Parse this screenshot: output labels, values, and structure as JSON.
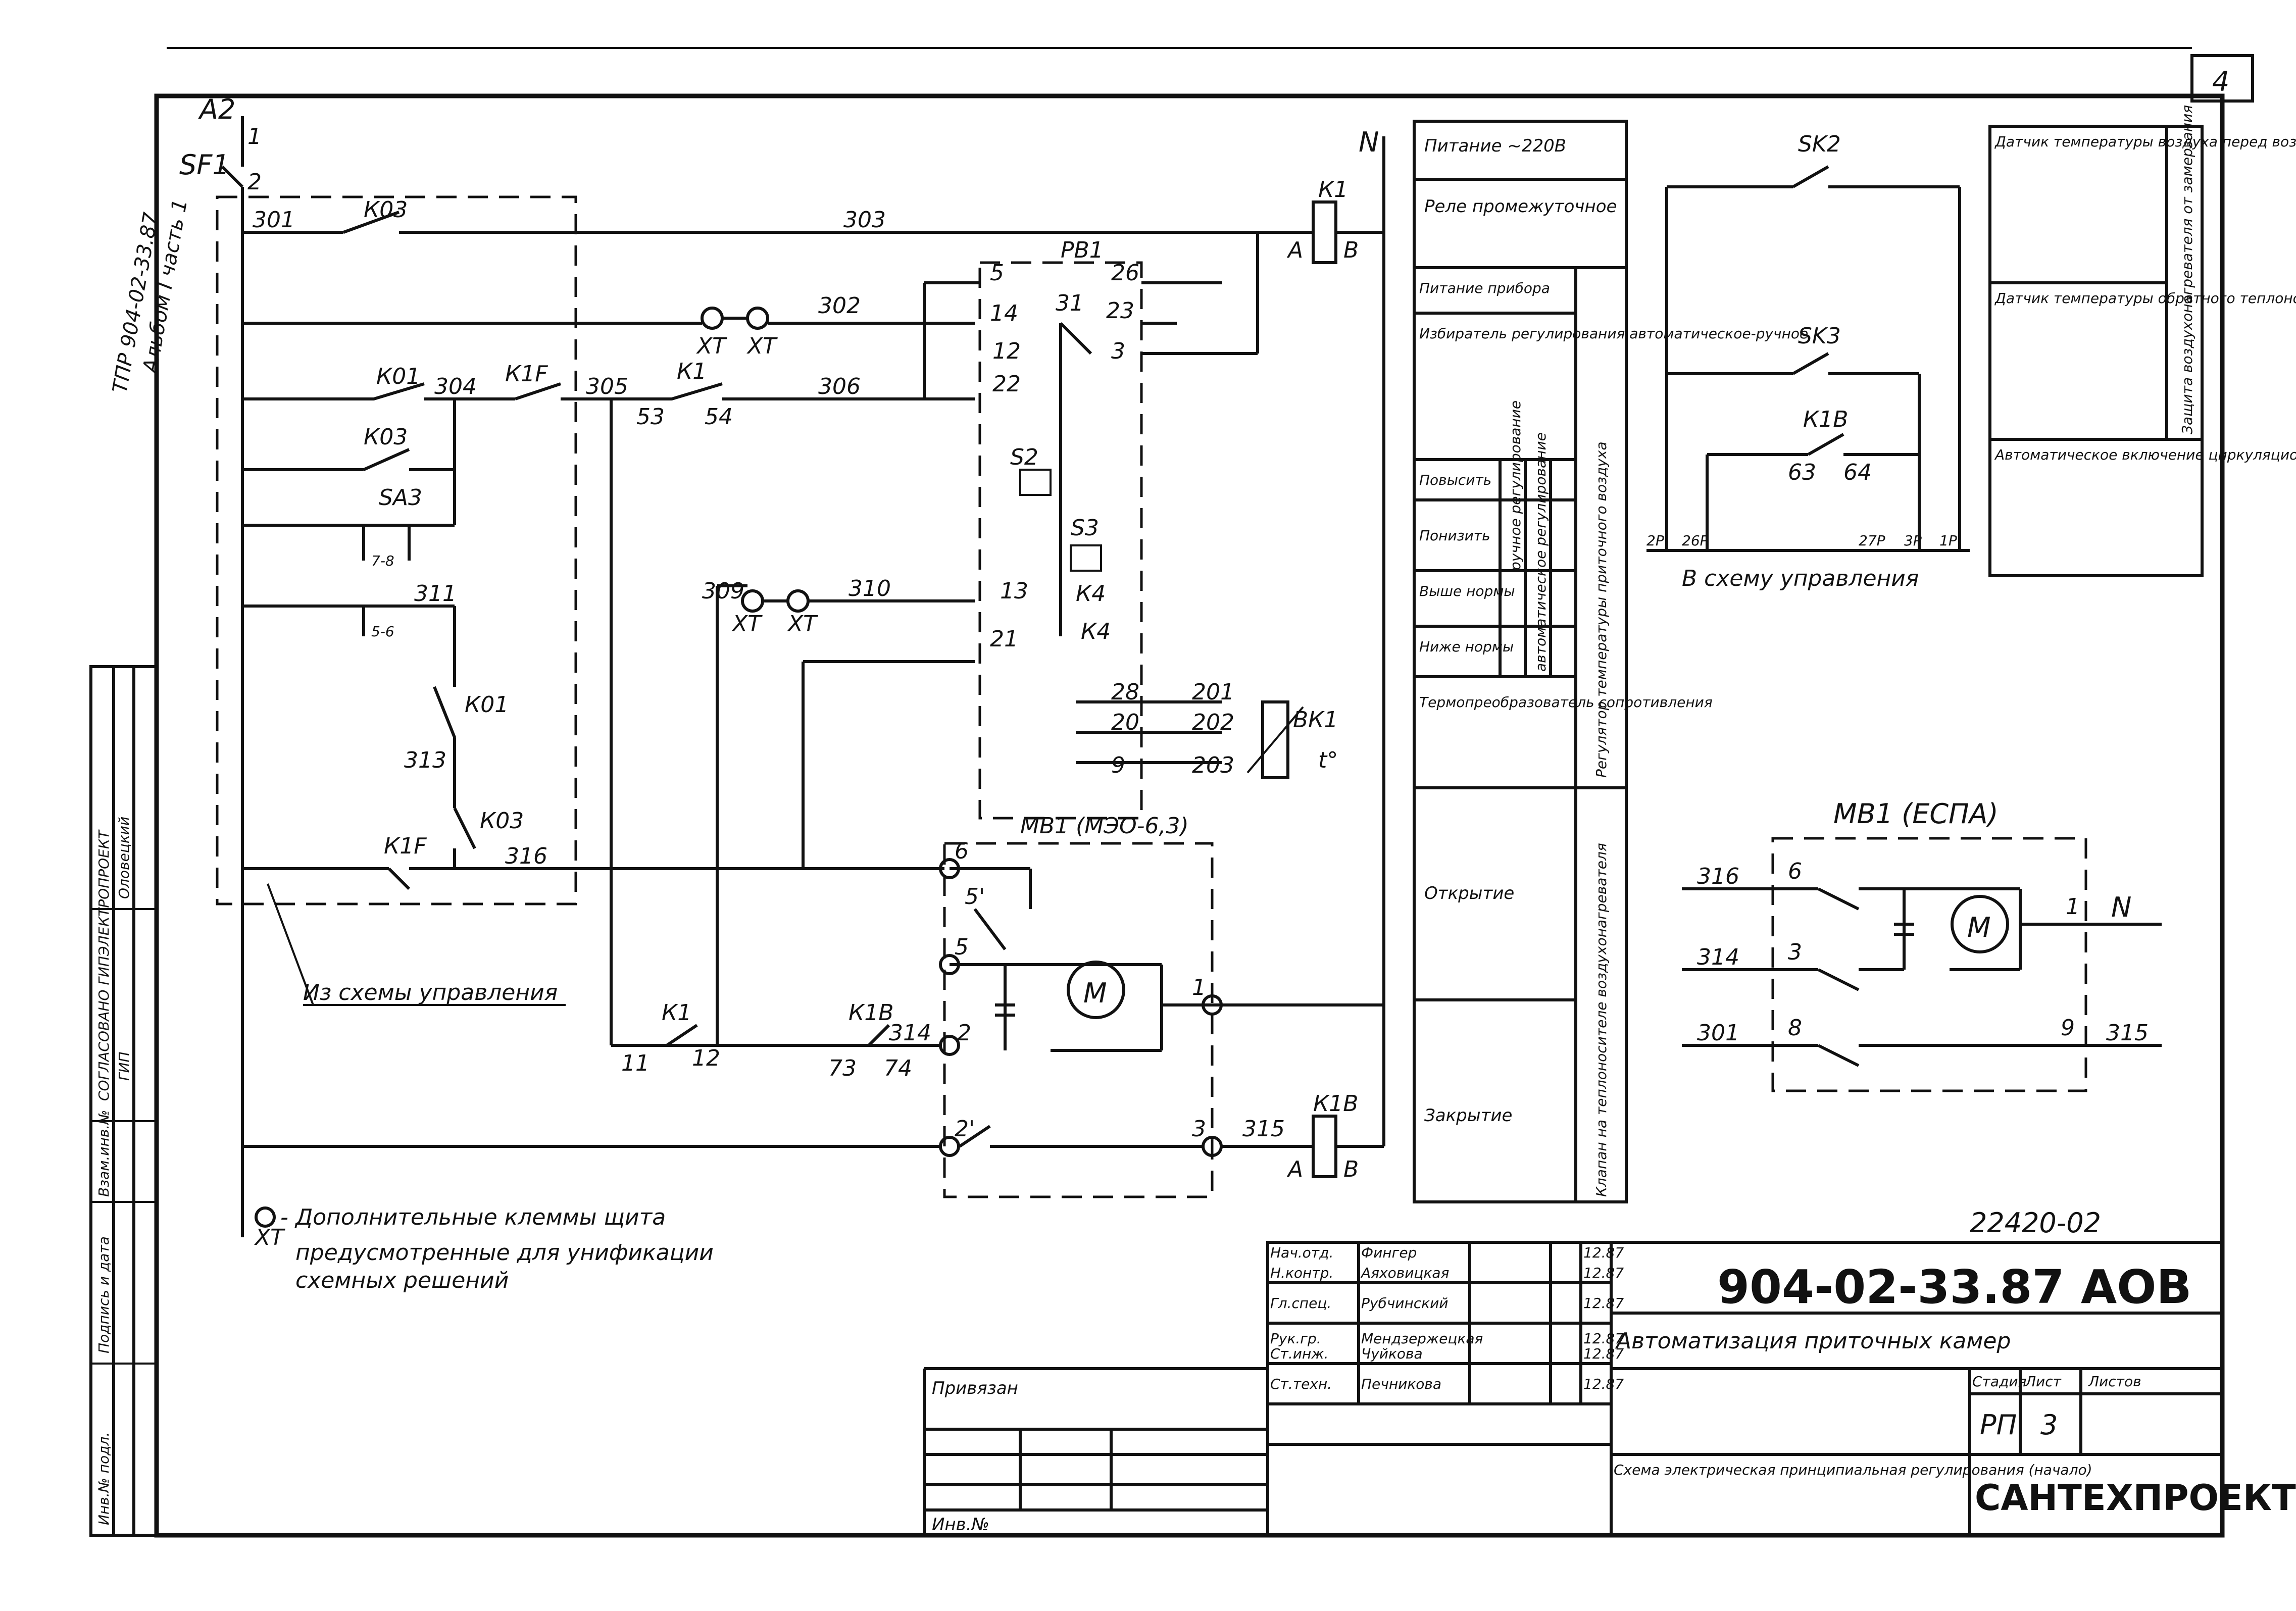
{
  "sheet_number": "4",
  "left_margin": {
    "album_title_1": "ТПР 904-02-33.87",
    "album_title_2": "Альбом I часть 1",
    "agreed": "СОГЛАСОВАНО ГИПЭЛЕКТРОПРОЕКТ",
    "gip": "ГИП",
    "gip_name": "Оловецкий",
    "cols": [
      "Инв.№ подл.",
      "Подпись и дата",
      "Взам.инв.№"
    ]
  },
  "wire_labels": [
    "301",
    "303",
    "302",
    "304",
    "305",
    "306",
    "309",
    "310",
    "311",
    "313",
    "316",
    "314",
    "315",
    "201",
    "202",
    "203"
  ],
  "device_labels": {
    "a2": "А2",
    "sf1": "SF1",
    "k03": "К03",
    "k01": "К01",
    "k1f": "К1F",
    "k1": "К1",
    "sa3": "SA3",
    "k1_coil": "К1",
    "k1b": "К1В",
    "pb1": "РВ1",
    "s2": "S2",
    "s3": "S3",
    "k4": "К4",
    "bk1": "ВК1",
    "t": "t°",
    "n": "N",
    "mb1": "МВ1 (МЭО-6,3)",
    "m": "М",
    "xt": "ХТ",
    "a": "А",
    "b": "В"
  },
  "terminals": [
    "1",
    "2",
    "5",
    "26",
    "14",
    "31",
    "23",
    "3",
    "12",
    "22",
    "13",
    "21",
    "28",
    "20",
    "9",
    "53",
    "54",
    "11",
    "12",
    "73",
    "74",
    "6",
    "5",
    "5'",
    "2",
    "1",
    "2'",
    "3",
    "7-8",
    "5-6"
  ],
  "from_control_scheme": "Из схемы управления",
  "function_table": {
    "rows": [
      "Питание ~220В",
      "Реле промежуточное",
      "Питание прибора",
      "Избиратель регулирования автоматическое-ручное",
      "Повысить",
      "Понизить",
      "Выше нормы",
      "Ниже нормы",
      "Термопреобразователь сопротивления",
      "Открытие",
      "Закрытие"
    ],
    "sub_ручное": "ручное регулирование",
    "sub_автомат": "автоматическое регулирование",
    "group1": "Регулятор температуры приточного воздуха",
    "group2": "Клапан на теплоносителе воздухонагревателя"
  },
  "right_scheme": {
    "sk2": "SK2",
    "sk3": "SK3",
    "k1b": "К1В",
    "terms": [
      "63",
      "64",
      "2Р",
      "26Р",
      "27Р",
      "3Р",
      "1Р"
    ],
    "to_control": "В схему управления",
    "descr": [
      "Датчик температуры воздуха перед воздухонагревателем",
      "Датчик температуры обратного теплоносителя",
      "Автоматическое включение циркуляционного насоса теплоносителя"
    ],
    "group": "Защита воздухонагревателя от замерзания"
  },
  "espa": {
    "title": "МВ1 (ЕСПА)",
    "wires": [
      "316",
      "314",
      "301",
      "315",
      "N"
    ],
    "terms": [
      "6",
      "3",
      "8",
      "1",
      "9"
    ],
    "m": "М"
  },
  "legend": {
    "symbol": "ХТ",
    "line1": "- Дополнительные клеммы щита",
    "line2": "предусмотренные для унификации",
    "line3": "схемных решений"
  },
  "stamp": {
    "inventory": "22420-02",
    "code": "904-02-33.87",
    "suffix": "АОВ",
    "title": "Автоматизация приточных камер",
    "staff": [
      {
        "role": "Нач.отд.",
        "name": "Фингер",
        "date": "12.87"
      },
      {
        "role": "Н.контр.",
        "name": "Аяховицкая",
        "date": "12.87"
      },
      {
        "role": "Гл.спец.",
        "name": "Рубчинский",
        "date": "12.87"
      },
      {
        "role": "Рук.гр.",
        "name": "Мендзержецкая",
        "date": "12.87"
      },
      {
        "role": "Ст.инж.",
        "name": "Чуйкова",
        "date": "12.87"
      },
      {
        "role": "Ст.техн.",
        "name": "Печникова",
        "date": "12.87"
      }
    ],
    "stage_h": "Стадия",
    "sheet_h": "Лист",
    "sheets_h": "Листов",
    "stage": "РП",
    "sheet": "3",
    "drawing_title": "Схема электрическая принципиальная регулирования (начало)",
    "org": "САНТЕХПРОЕКТ",
    "privyazan": "Привязан",
    "inv": "Инв.№"
  }
}
